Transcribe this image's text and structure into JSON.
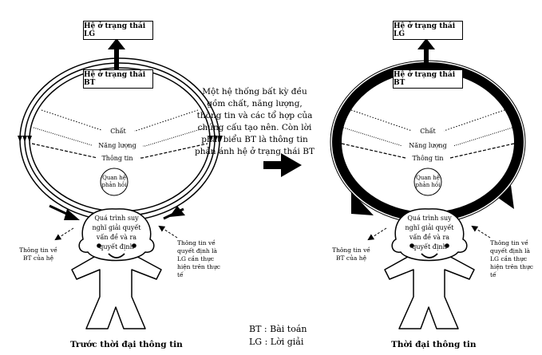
{
  "left": {
    "top_box": "Hệ ở trạng thái LG",
    "state_box": "Hệ ở trạng thái BT",
    "flows": [
      "Chất",
      "Năng lượng",
      "Thông tin"
    ],
    "feedback": "Quan hệ phản hồi",
    "thinking": "Quá trình suy nghĩ giải quyết vấn đề và ra quyết định",
    "info_bt": "Thông tin về BT của hệ",
    "info_lg": "Thông tin về quyết định là LG cần thực hiện trên thực tế",
    "caption": "Trước thời đại thông tin"
  },
  "right": {
    "top_box": "Hệ ở trạng thái LG",
    "state_box": "Hệ ở trạng thái BT",
    "flows": [
      "Chất",
      "Năng lượng",
      "Thông tin"
    ],
    "feedback": "Quan hệ phản hồi",
    "thinking": "Quá trình suy nghĩ giải quyết vấn đề và ra quyết định",
    "info_bt": "Thông tin về BT của hệ",
    "info_lg": "Thông tin về quyết định là LG cần thực hiện trên thực tế",
    "caption": "Thời đại thông tin"
  },
  "center_text": "Một hệ thống bất kỳ đều gồm chất, năng lượng, thông tin và các tổ hợp của chúng cấu tạo nên. Còn lời phát biểu BT là thông tin phản ánh hệ ở trạng thái BT",
  "legend": {
    "bt": "BT : Bài toán",
    "lg": "LG : Lời giải"
  }
}
